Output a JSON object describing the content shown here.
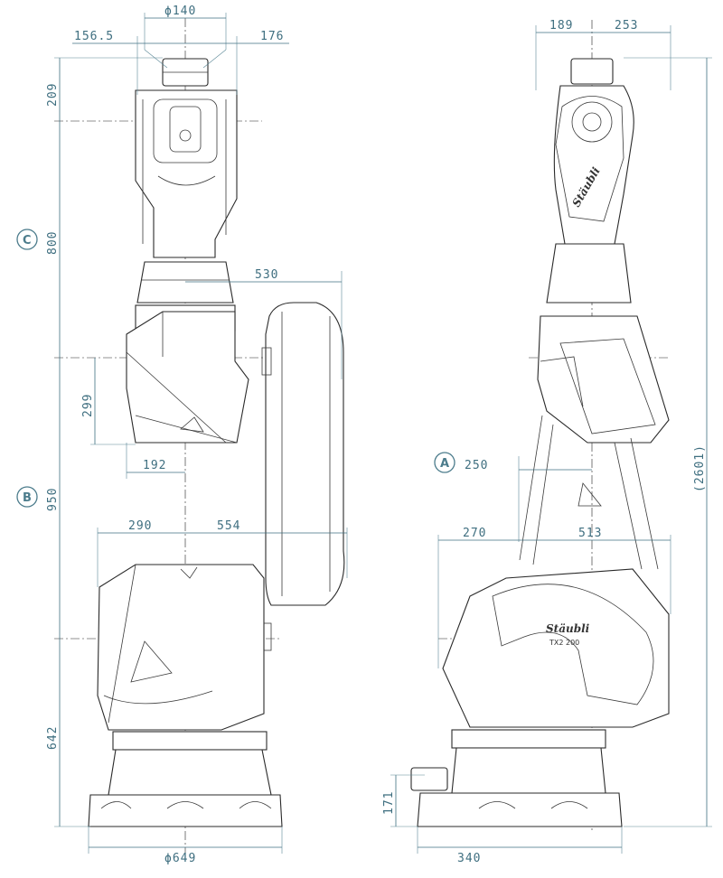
{
  "dimensions": {
    "front_flange_diameter": "ϕ140",
    "front_left_offset": "156.5",
    "front_right_offset": "176",
    "front_wrist_height": "209",
    "front_upper_arm_length": "800",
    "front_shoulder_reach": "530",
    "front_elbow_offset": "299",
    "front_forearm_offset": "192",
    "front_lower_arm_length": "950",
    "front_base_left": "290",
    "front_base_right": "554",
    "front_base_height": "642",
    "front_base_diameter": "ϕ649",
    "side_top_left": "189",
    "side_top_right": "253",
    "side_total_height": "(2601)",
    "side_reach": "250",
    "side_base_left": "270",
    "side_base_right": "513",
    "side_foot_height": "171",
    "side_foot_width": "340"
  },
  "axis_labels": {
    "a": "A",
    "b": "B",
    "c": "C"
  },
  "branding": {
    "logo_front": "Stäubli",
    "logo_side": "Stäubli",
    "model": "TX2 200"
  },
  "colors": {
    "dimension": "#3f6f80",
    "outline": "#2a2a2a",
    "axis_badge": "#4c7c8c"
  }
}
